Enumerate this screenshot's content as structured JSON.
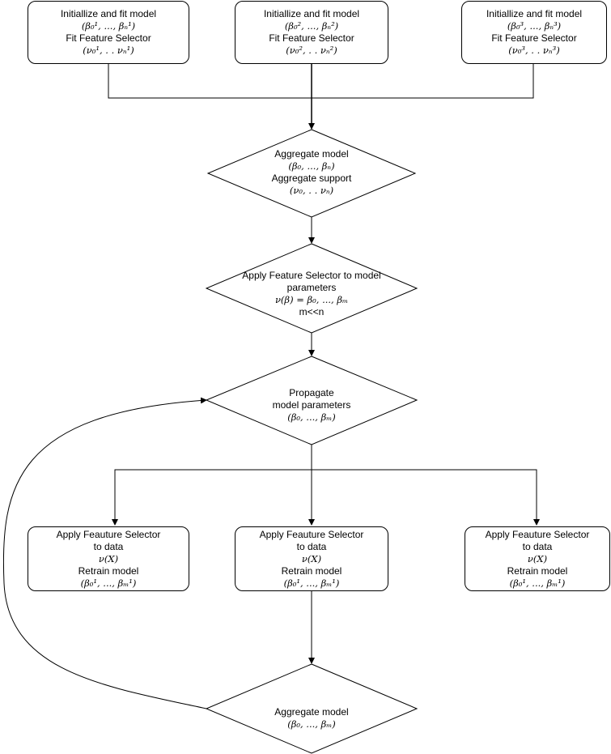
{
  "top_boxes": [
    {
      "line1": "Initiallize and fit model",
      "math1": "(β₀¹, ..., βₙ¹)",
      "line2": "Fit Feature Selector",
      "math2": "(ν₀¹, . . νₙ¹)"
    },
    {
      "line1": "Initiallize and fit model",
      "math1": "(β₀², ..., βₙ²)",
      "line2": "Fit Feature Selector",
      "math2": "(ν₀², . . νₙ²)"
    },
    {
      "line1": "Initiallize and fit model",
      "math1": "(β₀³, ..., βₙ³)",
      "line2": "Fit Feature Selector",
      "math2": "(ν₀³, . . νₙ³)"
    }
  ],
  "aggregate1": {
    "line1": "Aggregate model",
    "math1": "(β₀, ..., βₙ)",
    "line2": "Aggregate support",
    "math2": "(ν₀, . . νₙ)"
  },
  "apply_selector": {
    "line1": "Apply Feature Selector to model",
    "line2": "parameters",
    "math": "ν(β) = β₀, ..., βₘ",
    "line3": "m<<n"
  },
  "propagate": {
    "line1": "Propagate",
    "line2": "model parameters",
    "math": "(β₀, ..., βₘ)"
  },
  "bottom_boxes": [
    {
      "line1": "Apply Feauture Selector",
      "line2": "to data",
      "math1": "ν(X)",
      "line3": "Retrain model",
      "math2": "(β₀¹, ..., βₘ¹)"
    },
    {
      "line1": "Apply Feauture Selector",
      "line2": "to data",
      "math1": "ν(X)",
      "line3": "Retrain model",
      "math2": "(β₀¹, ..., βₘ¹)"
    },
    {
      "line1": "Apply Feauture Selector",
      "line2": "to data",
      "math1": "ν(X)",
      "line3": "Retrain model",
      "math2": "(β₀¹, ..., βₘ¹)"
    }
  ],
  "aggregate2": {
    "line1": "Aggregate model",
    "math": "(β₀, ..., βₘ)"
  }
}
